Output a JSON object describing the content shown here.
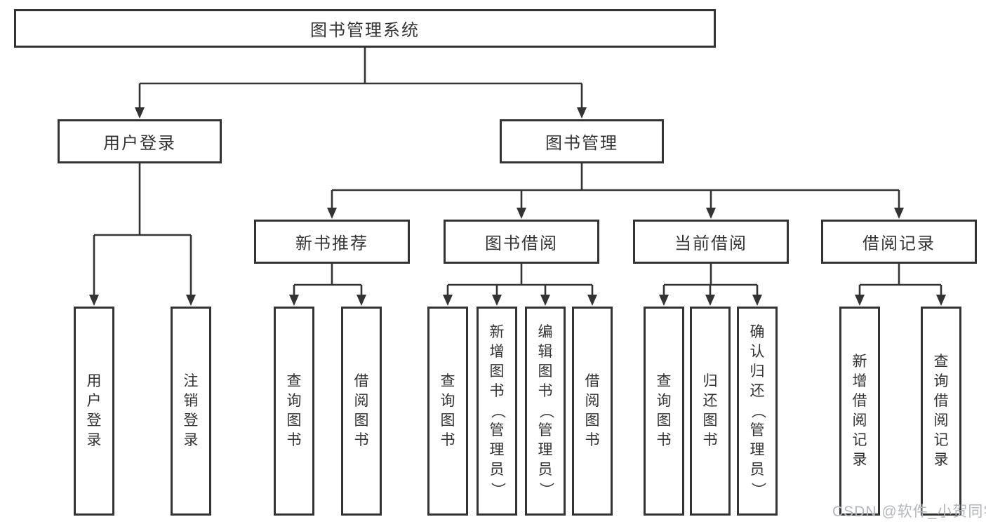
{
  "diagram": {
    "title": "图书管理系统",
    "root": {
      "label": "图书管理系统"
    },
    "level2": [
      {
        "label": "用户登录"
      },
      {
        "label": "图书管理"
      }
    ],
    "level3": [
      {
        "label": "新书推荐",
        "parent": "图书管理"
      },
      {
        "label": "图书借阅",
        "parent": "图书管理"
      },
      {
        "label": "当前借阅",
        "parent": "图书管理"
      },
      {
        "label": "借阅记录",
        "parent": "图书管理"
      }
    ],
    "leaves": [
      {
        "label": "用户登录",
        "parent": "用户登录"
      },
      {
        "label": "注销登录",
        "parent": "用户登录"
      },
      {
        "label": "查询图书",
        "parent": "新书推荐"
      },
      {
        "label": "借阅图书",
        "parent": "新书推荐"
      },
      {
        "label": "查询图书",
        "parent": "图书借阅"
      },
      {
        "label": "新增图书（管理员）",
        "parent": "图书借阅"
      },
      {
        "label": "编辑图书（管理员）",
        "parent": "图书借阅"
      },
      {
        "label": "借阅图书",
        "parent": "图书借阅"
      },
      {
        "label": "查询图书",
        "parent": "当前借阅"
      },
      {
        "label": "归还图书",
        "parent": "当前借阅"
      },
      {
        "label": "确认归还（管理员）",
        "parent": "当前借阅"
      },
      {
        "label": "新增借阅记录",
        "parent": "借阅记录"
      },
      {
        "label": "查询借阅记录",
        "parent": "借阅记录"
      }
    ]
  },
  "watermark": {
    "text": "CSDN @软件_小贺同学"
  },
  "colors": {
    "line": "#333333",
    "border": "#333333",
    "text": "#333333",
    "watermark": "#b3b6ba",
    "background": "#ffffff"
  }
}
